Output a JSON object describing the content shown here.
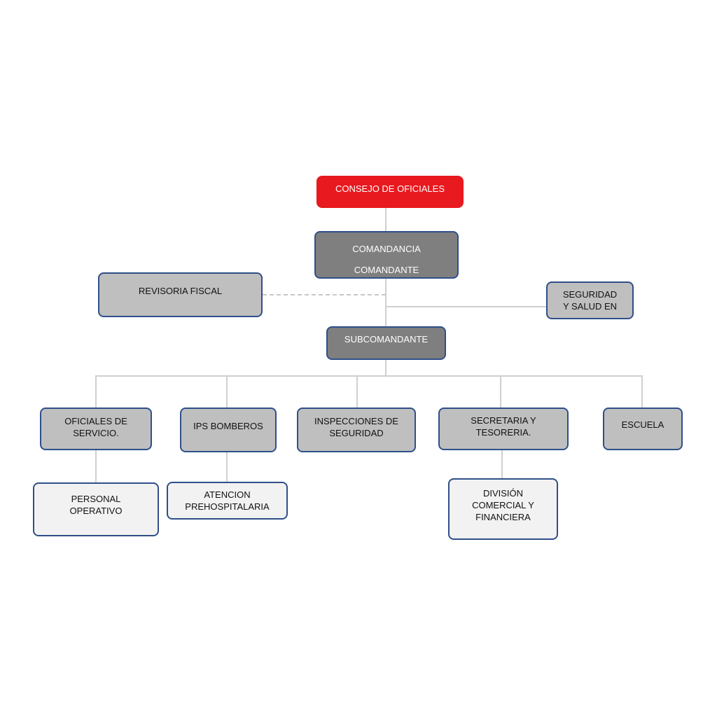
{
  "chart": {
    "consejo": [
      "CONSEJO DE OFICIALES"
    ],
    "comandancia": [
      "COMANDANCIA",
      "COMANDANTE"
    ],
    "revisoria": [
      "REVISORIA FISCAL"
    ],
    "seguridad_salud": [
      "SEGURIDAD",
      "Y SALUD EN"
    ],
    "subcomandante": [
      "SUBCOMANDANTE"
    ],
    "oficiales": [
      "OFICIALES DE",
      "SERVICIO."
    ],
    "ips": [
      "IPS BOMBEROS"
    ],
    "inspecciones": [
      "INSPECCIONES DE",
      "SEGURIDAD"
    ],
    "secretaria": [
      "SECRETARIA Y",
      "TESORERIA."
    ],
    "escuela": [
      "ESCUELA"
    ],
    "personal": [
      "PERSONAL",
      "OPERATIVO"
    ],
    "atencion": [
      "ATENCION",
      "PREHOSPITALARIA"
    ],
    "division": [
      "DIVISIÓN",
      "COMERCIAL Y",
      "FINANCIERA"
    ]
  },
  "colors": {
    "red": "#e8191f",
    "dark": "#7f7f7f",
    "mid": "#bfbfbf",
    "light": "#f2f2f2",
    "border": "#2f4f8a"
  }
}
